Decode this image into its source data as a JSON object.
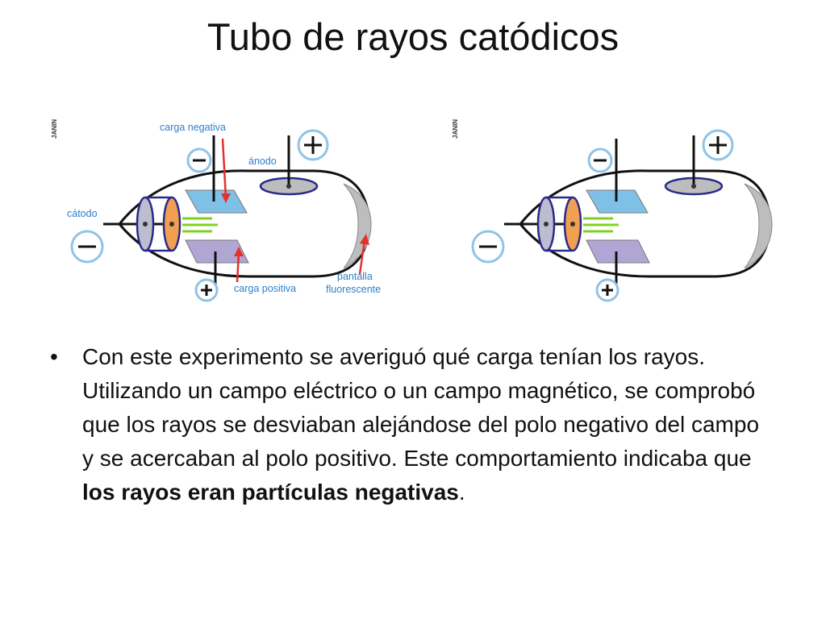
{
  "title": "Tubo de rayos catódicos",
  "diagram_left": {
    "watermark": "JANIN",
    "labels": {
      "negative_charge": "carga negativa",
      "anode": "ánodo",
      "cathode": "cátodo",
      "positive_charge": "carga positiva",
      "screen_line1": "pantalla",
      "screen_line2": "fluorescente"
    },
    "symbols": {
      "minus": "−",
      "plus": "+"
    }
  },
  "diagram_right": {
    "watermark": "JANIN",
    "symbols": {
      "minus": "−",
      "plus": "+"
    }
  },
  "bullet": {
    "marker": "•",
    "text_plain": "Con este experimento se averiguó qué carga tenían los rayos. Utilizando un campo eléctrico o un campo magnético, se comprobó que los rayos se desviaban alejándose del polo negativo del campo y se acercaban al polo positivo. Este comportamiento indicaba que ",
    "text_bold": "los rayos eran partículas negativas",
    "text_end": "."
  },
  "colors": {
    "symbol_blue": "#8fc4e8",
    "label_blue": "#2e7fc9",
    "arrow_red": "#e53030",
    "tube_outline": "#111111",
    "cathode_orange": "#f0a050",
    "cathode_gray": "#bdbdd0",
    "plate_blue": "#7fc0e6",
    "plate_purple": "#b0a6d4",
    "anode_gray": "#bdbdbd",
    "screen_gray": "#bdbdbd",
    "beam_green": "#7ed321"
  }
}
